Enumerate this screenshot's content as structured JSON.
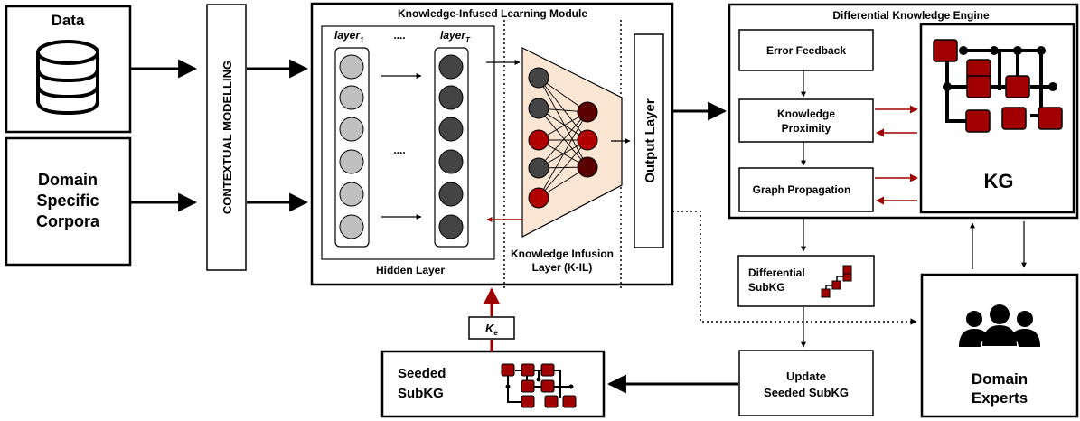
{
  "inputs": {
    "data_label": "Data",
    "corpora_line1": "Domain",
    "corpora_line2": "Specific",
    "corpora_line3": "Corpora"
  },
  "contextual_modelling": "CONTEXTUAL  MODELLING",
  "learning_module": {
    "title": "Knowledge-Infused Learning Module",
    "layer_first": "layer",
    "layer_first_sub": "1",
    "layer_last": "layer",
    "layer_last_sub": "T",
    "dots_top": "....",
    "dots_mid": "....",
    "hidden_layer": "Hidden Layer",
    "kil_line1": "Knowledge Infusion",
    "kil_line2": "Layer (K-IL)",
    "output_layer": "Output Layer"
  },
  "engine": {
    "title": "Differential Knowledge Engine",
    "error_feedback": "Error Feedback",
    "proximity_line1": "Knowledge",
    "proximity_line2": "Proximity",
    "graph_propagation": "Graph Propagation",
    "kg_label": "KG"
  },
  "differential_subkg": {
    "line1": "Differential",
    "line2": "SubKG"
  },
  "update_box": {
    "line1": "Update",
    "line2": "Seeded SubKG"
  },
  "seeded_subkg": {
    "line1": "Seeded",
    "line2": "SubKG"
  },
  "ke_label": "K",
  "ke_sub": "e",
  "domain_experts": {
    "line1": "Domain",
    "line2": "Experts"
  },
  "colors": {
    "accent_red": "#a00000",
    "node_red": "#b00000",
    "dark_node": "#5a0000",
    "light_gray": "#c0c0c0",
    "dark_gray": "#444444",
    "kil_fill": "#fbe5d3"
  },
  "icons": [
    "database-icon",
    "users-icon",
    "knowledge-graph-icon"
  ]
}
